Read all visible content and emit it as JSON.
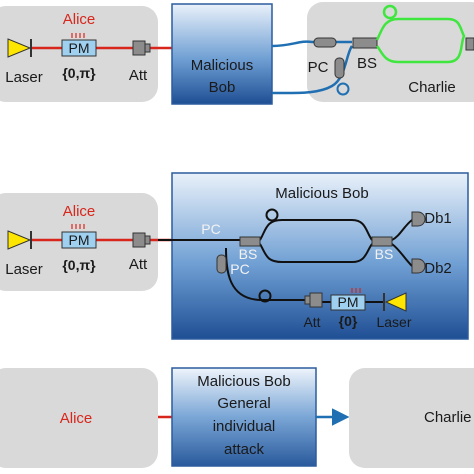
{
  "panel1": {
    "alice": "Alice",
    "pm": "PM",
    "phase": "{0,π}",
    "laser": "Laser",
    "att": "Att",
    "bob": [
      "Malicious",
      "Bob"
    ],
    "pc": "PC",
    "bs": "BS",
    "charlie": "Charlie"
  },
  "panel2": {
    "alice": "Alice",
    "pm": "PM",
    "phase": "{0,π}",
    "laser": "Laser",
    "att": "Att",
    "bob_title": "Malicious Bob",
    "pc_top": "PC",
    "pc_bottom": "PC",
    "bs_left": "BS",
    "bs_right": "BS",
    "db1": "Db1",
    "db2": "Db2",
    "inner_att": "Att",
    "inner_pm": "PM",
    "inner_phase": "{0}",
    "inner_laser": "Laser"
  },
  "panel3": {
    "alice": "Alice",
    "bob": [
      "Malicious Bob",
      "General",
      "individual",
      "attack"
    ],
    "charlie": "Charlie"
  },
  "colors": {
    "alice_red": "#d8261c",
    "fiber_blue": "#1f6fb2",
    "ring_green": "#3ee63e",
    "bob_box": "#2c5c9e",
    "panel_gray": "#d9d9d9",
    "laser_yellow": "#ffe600",
    "pm_blue": "#9fd0ef"
  }
}
